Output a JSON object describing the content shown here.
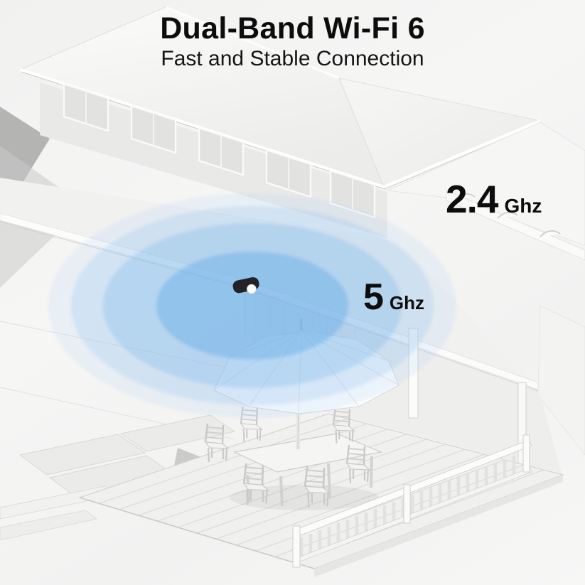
{
  "header": {
    "title": "Dual-Band Wi-Fi 6",
    "subtitle": "Fast and Stable Connection"
  },
  "bands": [
    {
      "value": "2.4",
      "unit": "Ghz"
    },
    {
      "value": "5",
      "unit": "Ghz"
    }
  ],
  "colors": {
    "text": "#0d0d0d",
    "device": "#232327",
    "rings": [
      "rgba(98,169,228,0.42)",
      "rgba(120,183,235,0.30)",
      "rgba(142,194,240,0.24)",
      "rgba(166,206,244,0.18)"
    ]
  },
  "scene": {
    "device_icon": "wifi-device",
    "signal_icon": "wifi-coverage-rings",
    "description": "White 3D-rendered house with covered porch, wooden deck, outdoor dining set with umbrella and railing; blue concentric rings radiate from a small wall-mounted Wi-Fi unit."
  }
}
